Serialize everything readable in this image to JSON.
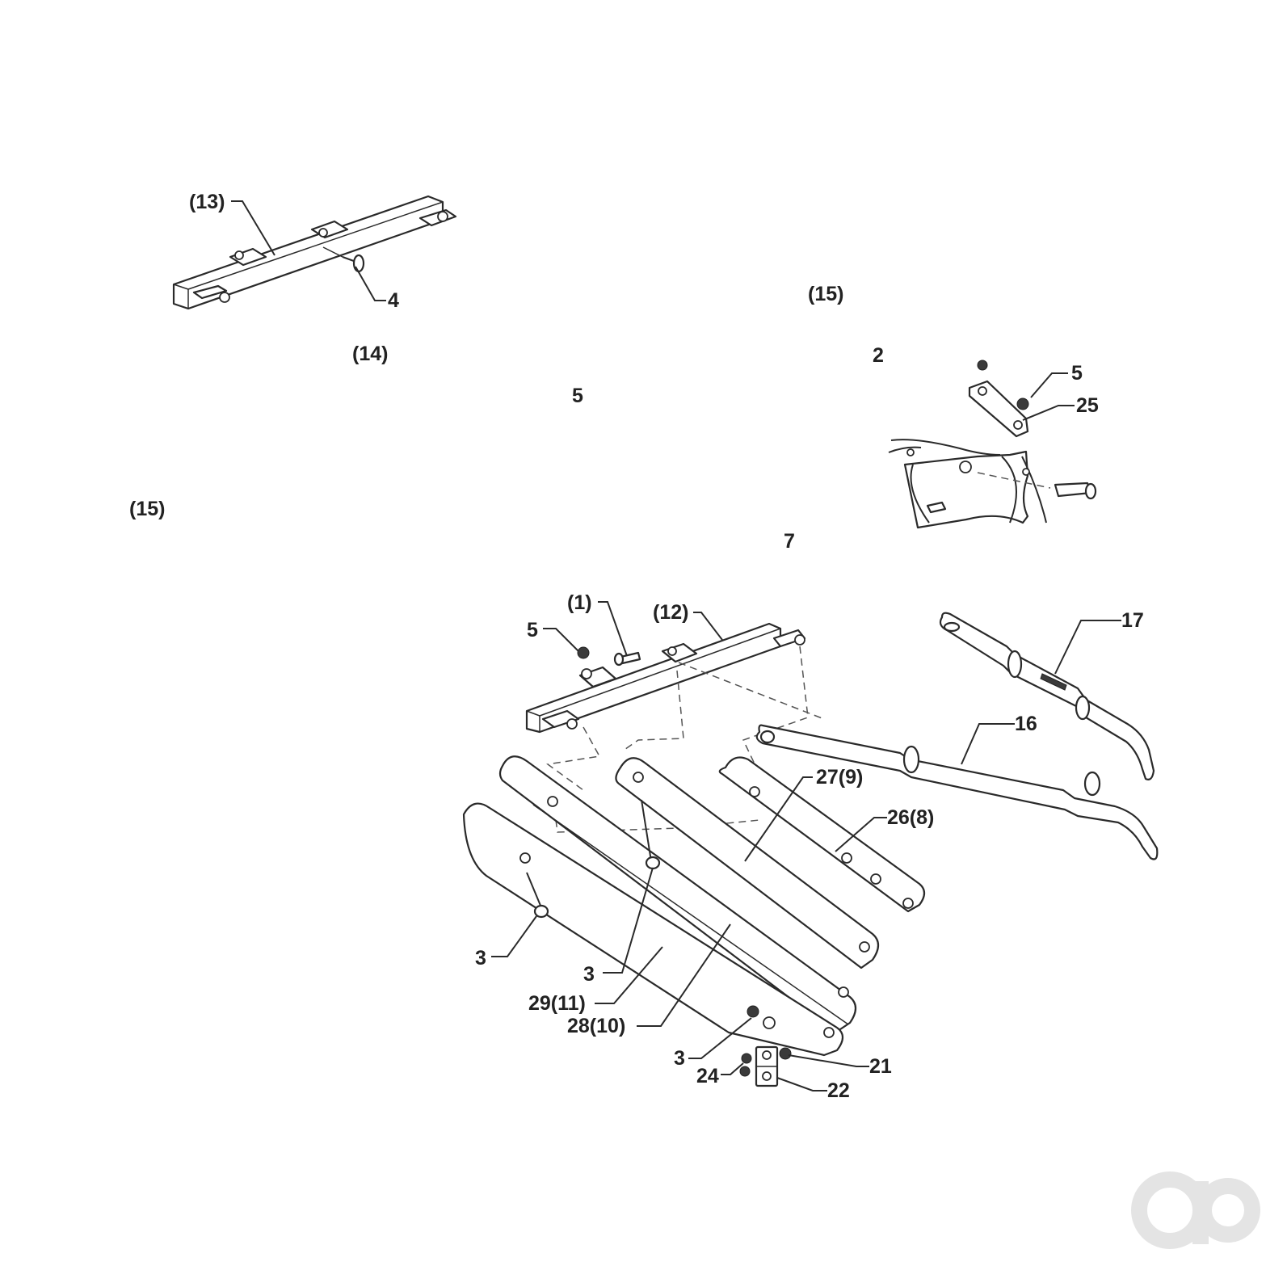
{
  "labels": {
    "l13": "(13)",
    "l4": "4",
    "l14": "(14)",
    "l15a": "(15)",
    "l2": "2",
    "l5a": "5",
    "l25": "25",
    "l5b": "5",
    "l15b": "(15)",
    "l7": "7",
    "l1": "(1)",
    "l12": "(12)",
    "l5c": "5",
    "l17": "17",
    "l16": "16",
    "l27_9": "27(9)",
    "l26_8": "26(8)",
    "l3a": "3",
    "l3b": "3",
    "l29_11": "29(11)",
    "l28_10": "28(10)",
    "l3c": "3",
    "l24": "24",
    "l21": "21",
    "l22": "22"
  },
  "colors": {
    "line": "#2a2a2a",
    "background": "#ffffff",
    "logo": "#e4e4e4"
  },
  "logo_icon": "ao-logo-icon"
}
